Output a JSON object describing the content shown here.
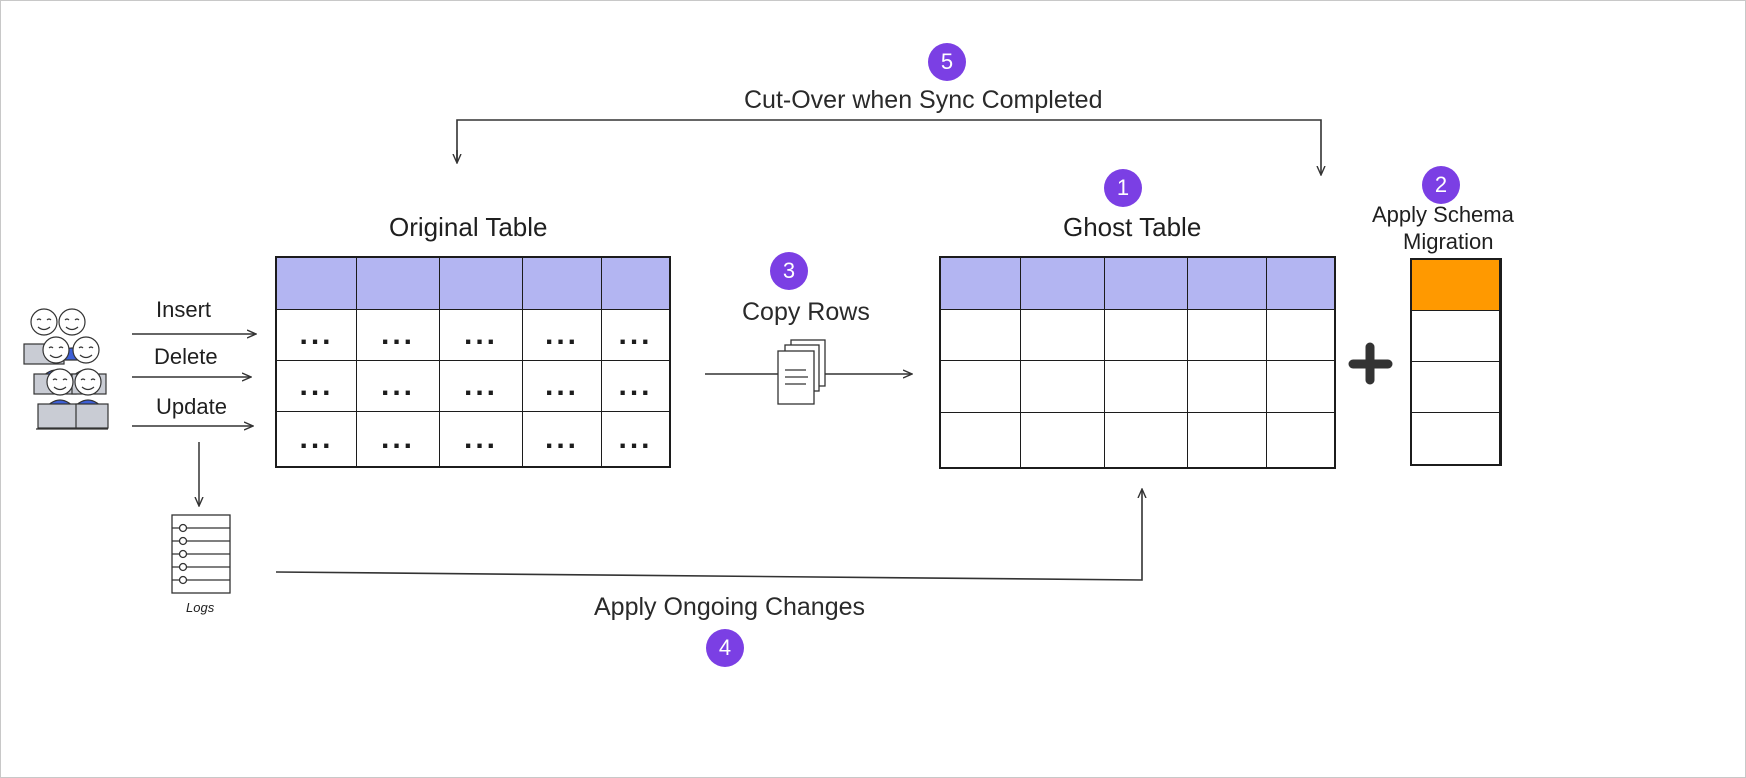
{
  "diagram": {
    "original_table": {
      "title": "Original Table",
      "header_color": "#b3b5f2",
      "cell_text": "...",
      "columns": 5,
      "data_rows": 3
    },
    "ghost_table": {
      "title": "Ghost Table",
      "header_color": "#b3b5f2",
      "columns": 5,
      "data_rows": 3
    },
    "schema_column": {
      "header_color": "#ff9900",
      "rows": 4
    },
    "operations": {
      "insert": "Insert",
      "delete": "Delete",
      "update": "Update"
    },
    "logs_label": "Logs",
    "plus_icon": "plus-icon",
    "steps": [
      {
        "number": "1",
        "label": ""
      },
      {
        "number": "2",
        "label_line1": "Apply Schema",
        "label_line2": "Migration"
      },
      {
        "number": "3",
        "label": "Copy Rows"
      },
      {
        "number": "4",
        "label": "Apply Ongoing Changes"
      },
      {
        "number": "5",
        "label": "Cut-Over when Sync Completed"
      }
    ],
    "badge_color": "#7b3fe4",
    "icons": [
      "users-icon",
      "document-stack-icon",
      "logs-list-icon"
    ]
  }
}
